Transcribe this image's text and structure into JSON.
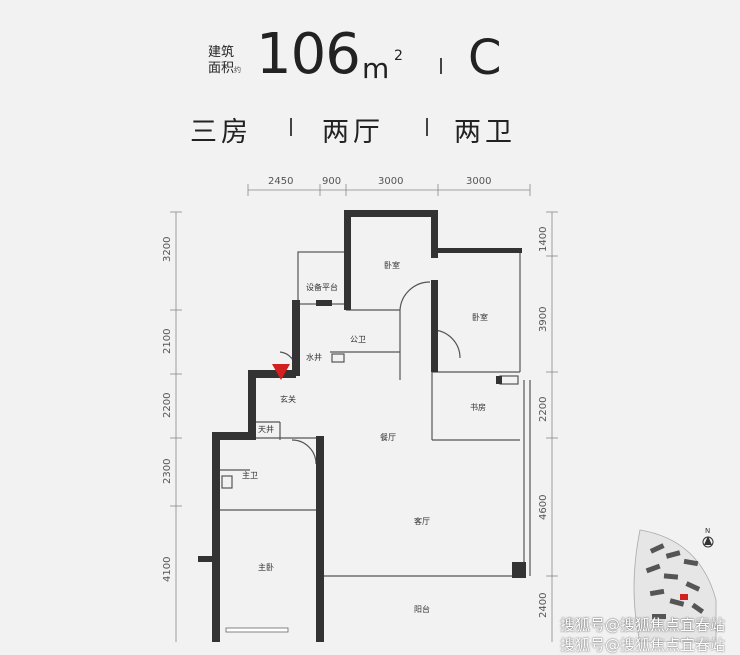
{
  "header": {
    "tag_line1": "建筑",
    "tag_line2": "面积",
    "tag_sup": "约",
    "area_number": "106",
    "area_unit": "m",
    "area_unit_sup": "2",
    "type_code": "C",
    "rooms": [
      "三房",
      "两厅",
      "两卫"
    ]
  },
  "plan": {
    "top_dimensions": [
      "2450",
      "900",
      "3000",
      "3000"
    ],
    "left_dimensions": [
      "3200",
      "2100",
      "2200",
      "2300",
      "4100"
    ],
    "right_dimensions": [
      "1400",
      "3900",
      "2200",
      "4600",
      "2400"
    ],
    "rooms": {
      "bedroom_top": "卧室",
      "equipment_platform": "设备平台",
      "bedroom_right": "卧室",
      "public_bath": "公卫",
      "water_well": "水井",
      "entry": "玄关",
      "study": "书房",
      "dining": "餐厅",
      "sky_well": "天井",
      "master_bath": "主卫",
      "living": "客厅",
      "master_bedroom": "主卧",
      "balcony": "阳台"
    },
    "north_label": "N"
  },
  "watermark": {
    "line1": "搜狐号@搜狐焦点宜春站",
    "line2": "搜狐号@搜狐焦点宜春站"
  }
}
